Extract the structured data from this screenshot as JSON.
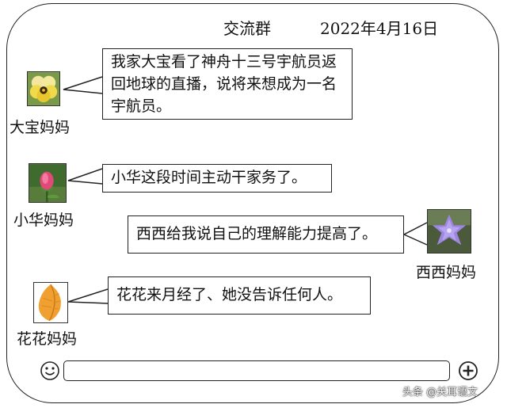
{
  "header": {
    "title": "交流群",
    "date": "2022年4月16日"
  },
  "messages": [
    {
      "sender": "大宝妈妈",
      "avatar_icon": "pansy-flower-icon",
      "text": "我家大宝看了神舟十三号宇航员返回地球的直播，说将来想成为一名宇航员。"
    },
    {
      "sender": "小华妈妈",
      "avatar_icon": "rosebud-icon",
      "text": "小华这段时间主动干家务了。"
    },
    {
      "sender": "西西妈妈",
      "avatar_icon": "bellflower-icon",
      "text": "西西给我说自己的理解能力提高了。"
    },
    {
      "sender": "花花妈妈",
      "avatar_icon": "autumn-leaf-icon",
      "text": "花花来月经了、她没告诉任何人。"
    }
  ],
  "input": {
    "emoji_icon": "smiley-icon",
    "add_icon": "plus-circle-icon",
    "value": ""
  },
  "watermark": "头条 @关耳语文"
}
